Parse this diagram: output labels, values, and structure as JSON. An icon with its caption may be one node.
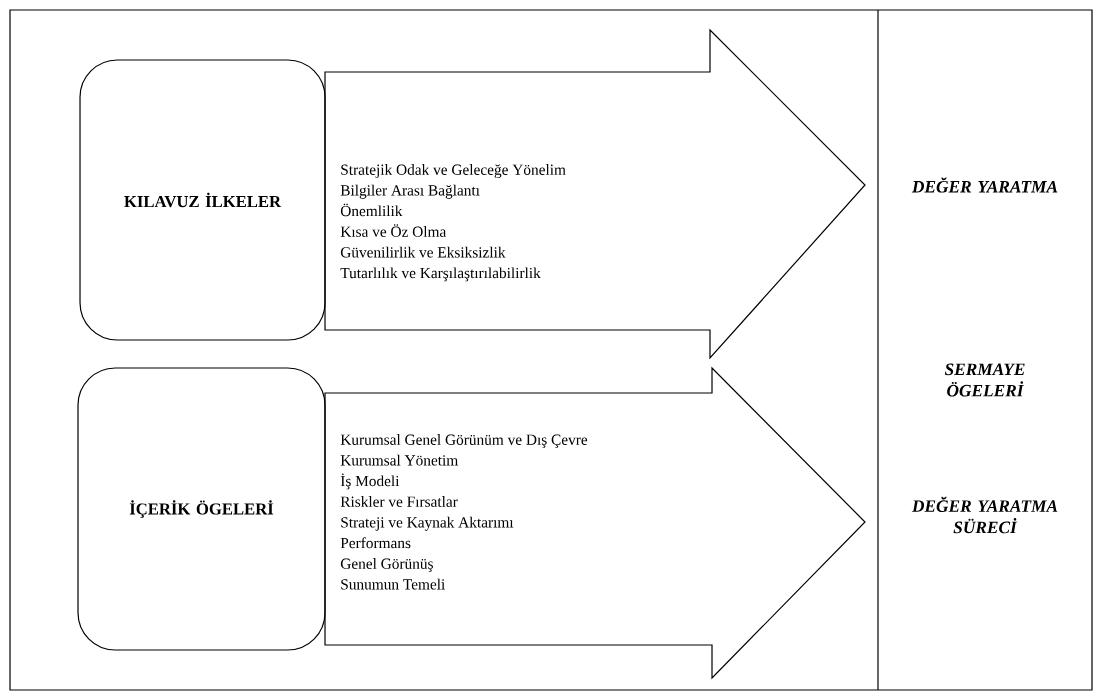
{
  "diagram": {
    "nodes": [
      {
        "text": [
          "KILAVUZ İLKELER"
        ]
      },
      {
        "text": [
          "Stratejik Odak ve Geleceğe Yönelim",
          "Bilgiler Arası Bağlantı",
          "Önemlilik",
          "Kısa ve Öz Olma",
          "Güvenilirlik ve Eksiksizlik",
          "Tutarlılık ve Karşılaştırılabilirlik"
        ]
      },
      {
        "text": [
          "İÇERİK ÖGELERİ"
        ]
      },
      {
        "text": [
          "Kurumsal Genel Görünüm ve Dış Çevre",
          "Kurumsal Yönetim",
          "İş Modeli",
          "Riskler ve Fırsatlar",
          "Strateji ve Kaynak Aktarımı",
          "Performans",
          "Genel Görünüş",
          "Sunumun Temeli"
        ]
      },
      {
        "text": [
          "DEĞER YARATMA",
          "SERMAYE ÖGELERİ",
          "DEĞER YARATMA SÜRECİ"
        ]
      }
    ]
  }
}
